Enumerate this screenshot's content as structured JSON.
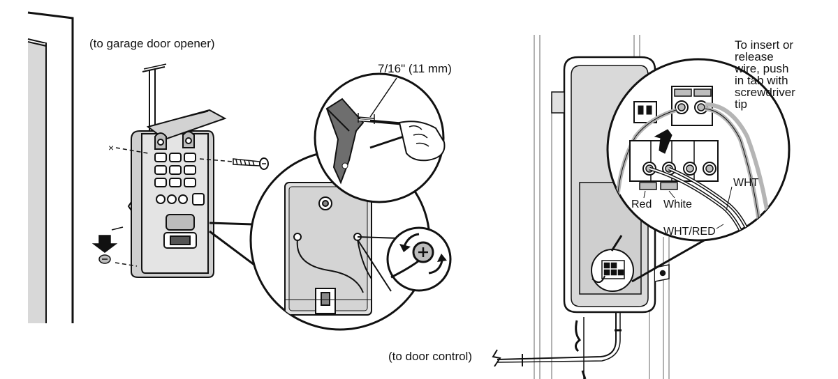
{
  "labels": {
    "to_opener": "(to garage door opener)",
    "strip_length": "7/16\" (11 mm)",
    "insert_release": [
      "To insert or",
      "release",
      "wire, push",
      "in tab with",
      "screwdriver",
      "tip"
    ],
    "red": "Red",
    "white": "White",
    "wht": "WHT",
    "wht_red": "WHT/RED",
    "to_door_control": "(to door control)"
  },
  "colors": {
    "ink": "#111111",
    "panel_fill": "#d7d7d7",
    "panel_dark": "#9a9a9a",
    "paper": "#ffffff"
  }
}
